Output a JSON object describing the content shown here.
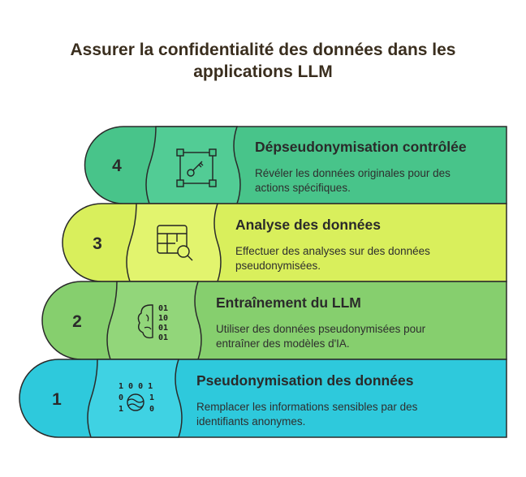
{
  "title_line1": "Assurer la confidentialité des données dans les",
  "title_line2": "applications LLM",
  "steps": [
    {
      "number": "1",
      "title": "Pseudonymisation des données",
      "desc_line1": "Remplacer les informations sensibles par des",
      "desc_line2": "identifiants anonymes.",
      "color": "#2ec9dc",
      "icon": "binary-eye-icon",
      "icon_text": [
        "1 0 0 1",
        "0",
        "1",
        "1",
        "0"
      ]
    },
    {
      "number": "2",
      "title": "Entraînement du LLM",
      "desc_line1": "Utiliser des données pseudonymisées pour",
      "desc_line2": "entraîner des modèles d'IA.",
      "color": "#86cf6e",
      "icon": "brain-binary-icon",
      "icon_text": [
        "01",
        "10",
        "01",
        "01"
      ]
    },
    {
      "number": "3",
      "title": "Analyse des données",
      "desc_line1": "Effectuer des analyses sur des données",
      "desc_line2": "pseudonymisées.",
      "color": "#d9ef5c",
      "icon": "table-search-icon"
    },
    {
      "number": "4",
      "title": "Dépseudonymisation contrôlée",
      "desc_line1": "Révéler les données originales pour des",
      "desc_line2": "actions spécifiques.",
      "color": "#48c48a",
      "icon": "key-frame-icon"
    }
  ]
}
